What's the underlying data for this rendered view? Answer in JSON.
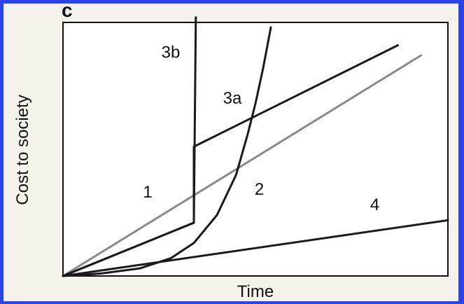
{
  "chart_data": {
    "type": "line",
    "panel_label": "c",
    "xlabel": "Time",
    "ylabel": "Cost to society",
    "xlim": [
      0,
      100
    ],
    "ylim": [
      0,
      100
    ],
    "grid": false,
    "series": [
      {
        "name": "1",
        "color": "#8a8a8a",
        "points": [
          [
            0,
            0
          ],
          [
            93,
            87
          ]
        ]
      },
      {
        "name": "2",
        "color": "#1a1a1a",
        "points": [
          [
            0,
            0
          ],
          [
            10,
            1
          ],
          [
            20,
            3
          ],
          [
            28,
            7
          ],
          [
            34,
            13
          ],
          [
            40,
            24
          ],
          [
            45,
            40
          ],
          [
            48,
            56
          ],
          [
            50,
            68
          ],
          [
            52,
            82
          ],
          [
            54,
            98
          ]
        ]
      },
      {
        "name": "3a",
        "color": "#1a1a1a",
        "points": [
          [
            0,
            0
          ],
          [
            34,
            21
          ],
          [
            34,
            51
          ],
          [
            87,
            91
          ]
        ]
      },
      {
        "name": "3b",
        "color": "#1a1a1a",
        "points": [
          [
            0,
            0
          ],
          [
            34,
            21
          ],
          [
            34.5,
            102
          ]
        ]
      },
      {
        "name": "4",
        "color": "#1a1a1a",
        "points": [
          [
            0,
            0
          ],
          [
            100,
            22
          ]
        ]
      }
    ],
    "annotations": [
      {
        "text": "3b",
        "x": 28,
        "y": 86
      },
      {
        "text": "3a",
        "x": 44,
        "y": 68
      },
      {
        "text": "1",
        "x": 22,
        "y": 31
      },
      {
        "text": "2",
        "x": 51,
        "y": 32
      },
      {
        "text": "4",
        "x": 81,
        "y": 26
      }
    ]
  }
}
